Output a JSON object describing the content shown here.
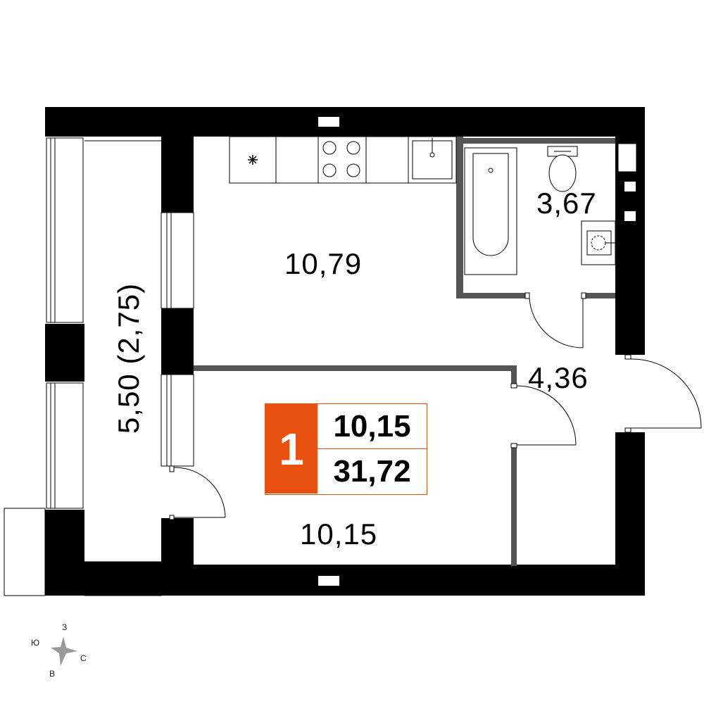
{
  "rooms": {
    "kitchen_area": "10,79",
    "bathroom_area": "3,67",
    "hall_area": "4,36",
    "bedroom_area": "10,15",
    "balcony_area": "5,50 (2,75)"
  },
  "badge": {
    "rooms_count": "1",
    "living_area": "10,15",
    "total_area": "31,72",
    "accent_color": "#e8500e"
  },
  "compass": {
    "north": "З",
    "south": "В",
    "west": "Ю",
    "east": "С"
  },
  "colors": {
    "wall": "#000000",
    "partition": "#555555",
    "background": "#ffffff"
  }
}
